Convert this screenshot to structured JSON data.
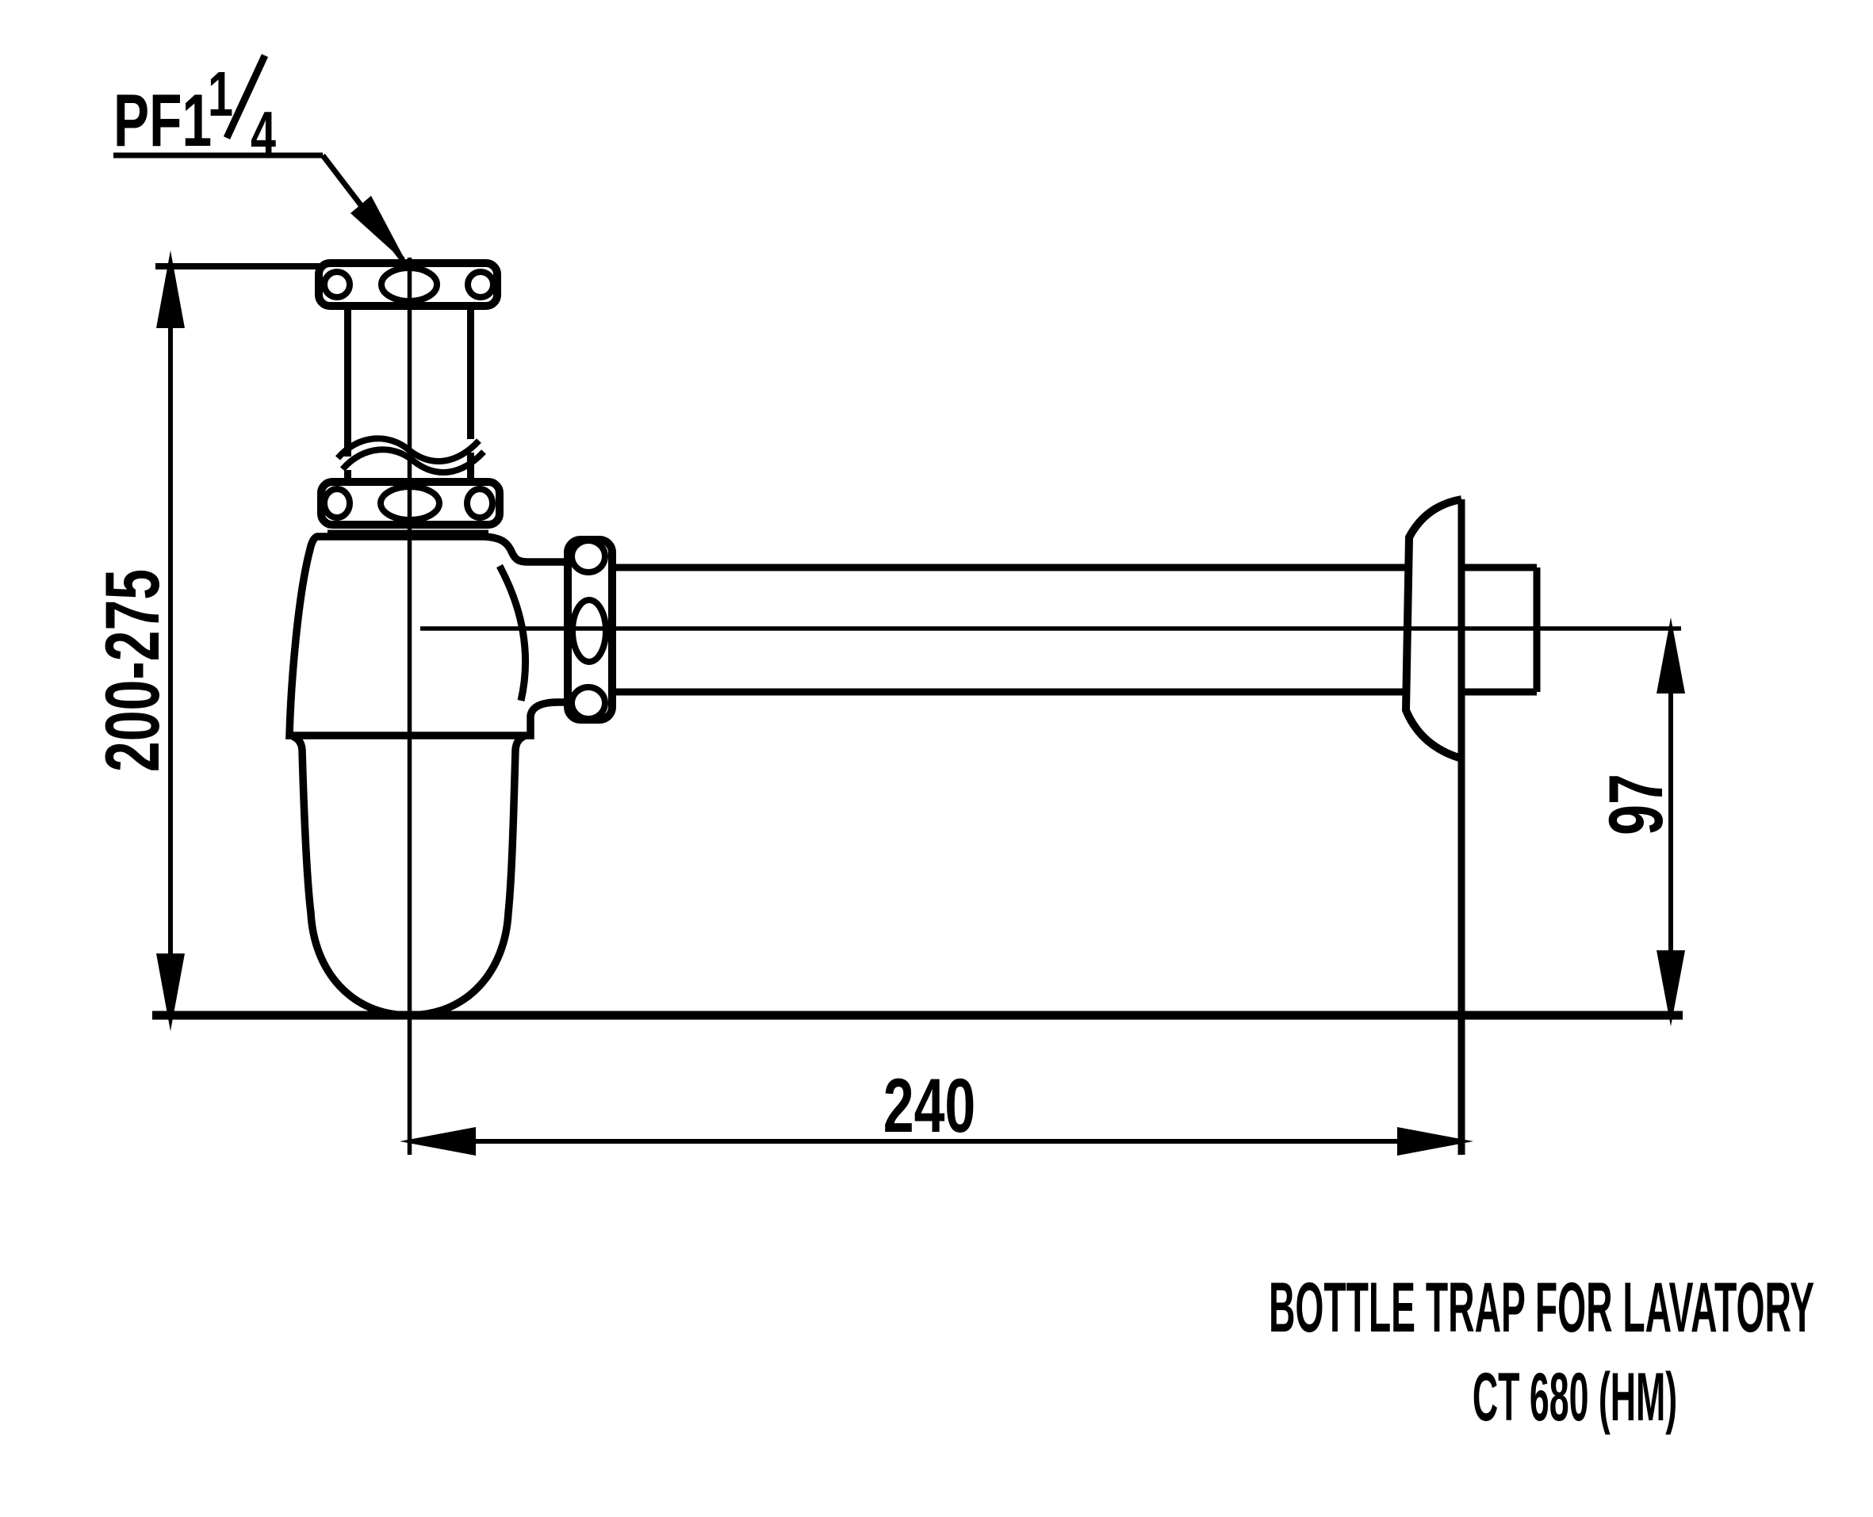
{
  "drawing": {
    "type": "technical-dimension-drawing",
    "background_color": "#ffffff",
    "line_color": "#000000",
    "part": "bottle-trap",
    "labels": {
      "inlet_thread_prefix": "PF1",
      "inlet_thread_fraction_numerator": "1",
      "inlet_thread_fraction_denominator": "4",
      "dim_height_range": "200-275",
      "dim_outlet_length": "240",
      "dim_outlet_center_height": "97"
    },
    "title": {
      "line1": "BOTTLE TRAP FOR LAVATORY",
      "line2": "CT 680 (HM)"
    }
  }
}
